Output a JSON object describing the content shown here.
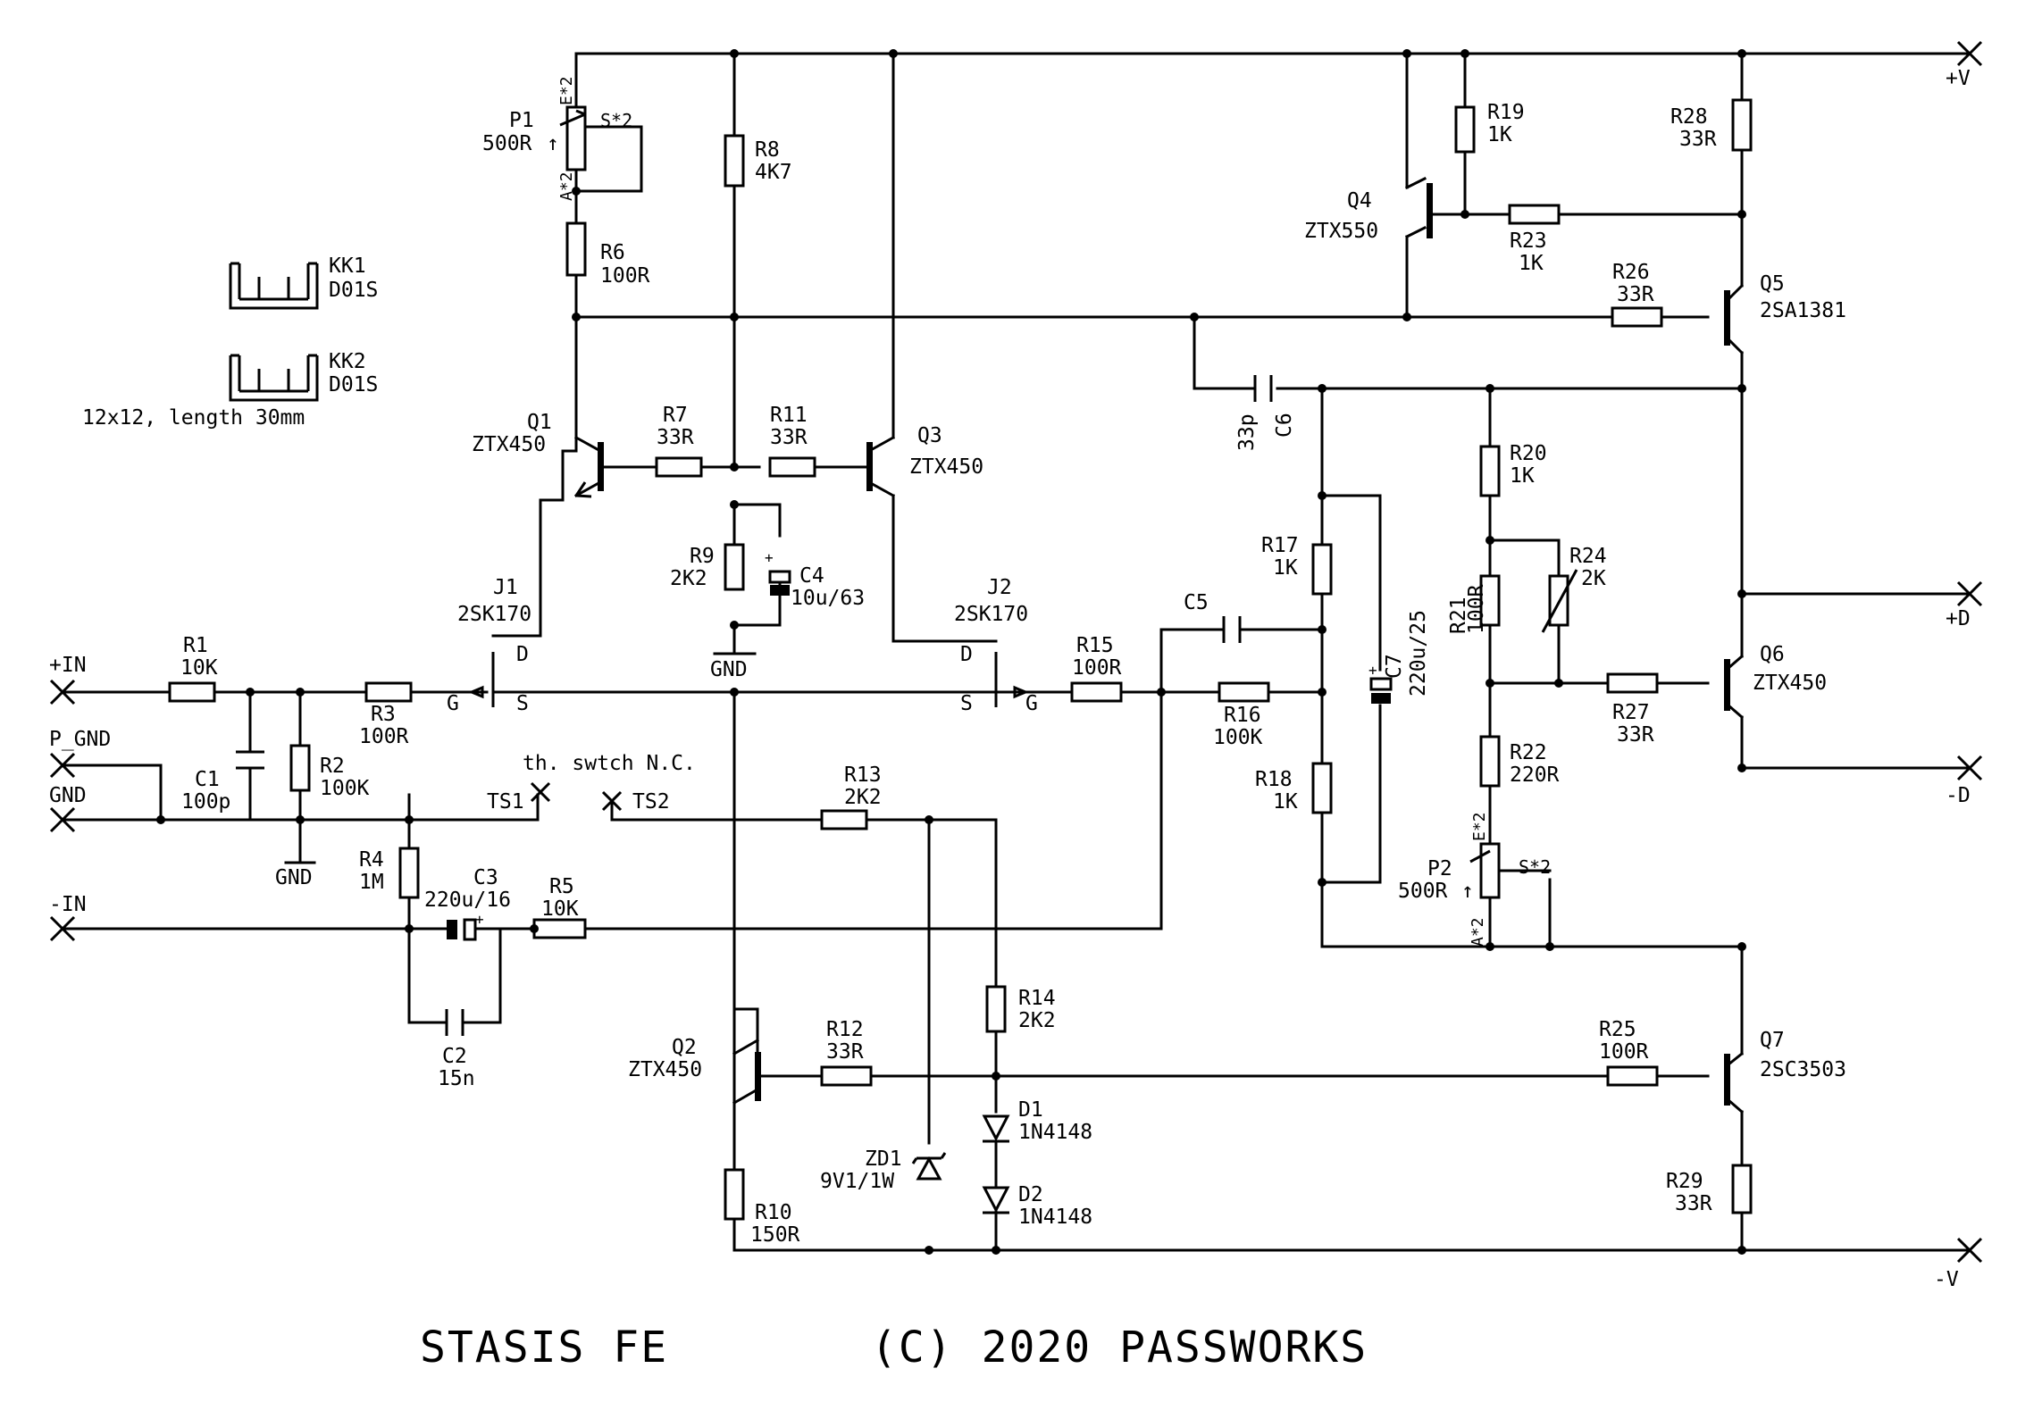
{
  "title": {
    "name": "STASIS FE",
    "copyright": "(C) 2020 PASSWORKS"
  },
  "terminals": {
    "plus_v": "+V",
    "minus_v": "-V",
    "plus_d": "+D",
    "minus_d": "-D",
    "plus_in": "+IN",
    "minus_in": "-IN",
    "p_gnd": "P_GND",
    "gnd": "GND",
    "ts1": "TS1",
    "ts2": "TS2",
    "thermal_switch": "th. swtch N.C."
  },
  "heatsinks": {
    "kk1": {
      "ref": "KK1",
      "value": "D01S"
    },
    "kk2": {
      "ref": "KK2",
      "value": "D01S"
    },
    "note": "12x12, length 30mm"
  },
  "ground_labels": {
    "gnd_r2": "GND",
    "gnd_r9": "GND"
  },
  "resistors": {
    "R1": {
      "ref": "R1",
      "value": "10K"
    },
    "R2": {
      "ref": "R2",
      "value": "100K"
    },
    "R3": {
      "ref": "R3",
      "value": "100R"
    },
    "R4": {
      "ref": "R4",
      "value": "1M"
    },
    "R5": {
      "ref": "R5",
      "value": "10K"
    },
    "R6": {
      "ref": "R6",
      "value": "100R"
    },
    "R7": {
      "ref": "R7",
      "value": "33R"
    },
    "R8": {
      "ref": "R8",
      "value": "4K7"
    },
    "R9": {
      "ref": "R9",
      "value": "2K2"
    },
    "R10": {
      "ref": "R10",
      "value": "150R"
    },
    "R11": {
      "ref": "R11",
      "value": "33R"
    },
    "R12": {
      "ref": "R12",
      "value": "33R"
    },
    "R13": {
      "ref": "R13",
      "value": "2K2"
    },
    "R14": {
      "ref": "R14",
      "value": "2K2"
    },
    "R15": {
      "ref": "R15",
      "value": "100R"
    },
    "R16": {
      "ref": "R16",
      "value": "100K"
    },
    "R17": {
      "ref": "R17",
      "value": "1K"
    },
    "R18": {
      "ref": "R18",
      "value": "1K"
    },
    "R19": {
      "ref": "R19",
      "value": "1K"
    },
    "R20": {
      "ref": "R20",
      "value": "1K"
    },
    "R21": {
      "ref": "R21",
      "value": "100R"
    },
    "R22": {
      "ref": "R22",
      "value": "220R"
    },
    "R23": {
      "ref": "R23",
      "value": "1K"
    },
    "R24": {
      "ref": "R24",
      "value": "2K"
    },
    "R25": {
      "ref": "R25",
      "value": "100R"
    },
    "R26": {
      "ref": "R26",
      "value": "33R"
    },
    "R27": {
      "ref": "R27",
      "value": "33R"
    },
    "R28": {
      "ref": "R28",
      "value": "33R"
    },
    "R29": {
      "ref": "R29",
      "value": "33R"
    }
  },
  "pots": {
    "P1": {
      "ref": "P1",
      "value": "500R",
      "pin_e": "E*2",
      "pin_s": "S*2",
      "pin_a": "A*2"
    },
    "P2": {
      "ref": "P2",
      "value": "500R",
      "pin_e": "E*2",
      "pin_s": "S*2",
      "pin_a": "A*2"
    }
  },
  "capacitors": {
    "C1": {
      "ref": "C1",
      "value": "100p"
    },
    "C2": {
      "ref": "C2",
      "value": "15n"
    },
    "C3": {
      "ref": "C3",
      "value": "220u/16"
    },
    "C4": {
      "ref": "C4",
      "value": "10u/63"
    },
    "C5": {
      "ref": "C5",
      "value": ""
    },
    "C6": {
      "ref": "C6",
      "value": "33p"
    },
    "C7": {
      "ref": "C7",
      "value": "220u/25"
    }
  },
  "transistors": {
    "Q1": {
      "ref": "Q1",
      "value": "ZTX450"
    },
    "Q2": {
      "ref": "Q2",
      "value": "ZTX450"
    },
    "Q3": {
      "ref": "Q3",
      "value": "ZTX450"
    },
    "Q4": {
      "ref": "Q4",
      "value": "ZTX550"
    },
    "Q5": {
      "ref": "Q5",
      "value": "2SA1381"
    },
    "Q6": {
      "ref": "Q6",
      "value": "ZTX450"
    },
    "Q7": {
      "ref": "Q7",
      "value": "2SC3503"
    }
  },
  "jfets": {
    "J1": {
      "ref": "J1",
      "value": "2SK170",
      "d": "D",
      "s": "S",
      "g": "G"
    },
    "J2": {
      "ref": "J2",
      "value": "2SK170",
      "d": "D",
      "s": "S",
      "g": "G"
    }
  },
  "diodes": {
    "D1": {
      "ref": "D1",
      "value": "1N4148"
    },
    "D2": {
      "ref": "D2",
      "value": "1N4148"
    },
    "ZD1": {
      "ref": "ZD1",
      "value": "9V1/1W"
    }
  },
  "polarity": {
    "plus": "+",
    "arrow": "↑"
  }
}
